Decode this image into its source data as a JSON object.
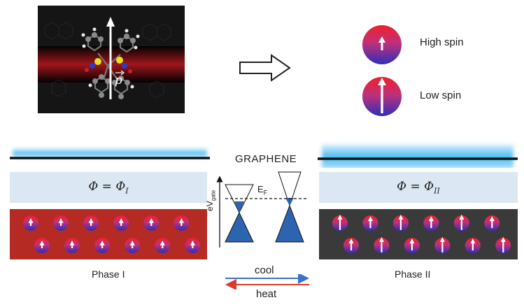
{
  "molecule_panel": {
    "dipole_label": "p"
  },
  "legend": {
    "high_spin_label": "High spin",
    "low_spin_label": "Low spin"
  },
  "center": {
    "material_label": "GRAPHENE",
    "fermi_label_main": "E",
    "fermi_label_sub": "F",
    "gate_label_prefix": "eV",
    "gate_label_sub": "gate",
    "cool_label": "cool",
    "heat_label": "heat"
  },
  "phase_1": {
    "potential_label": "Φ = Φ_I",
    "potential_main": "Φ = Φ",
    "potential_sub": "I",
    "name": "Phase I",
    "spin_state": "high spin",
    "rows": [
      6,
      6
    ]
  },
  "phase_2": {
    "potential_label": "Φ = Φ_II",
    "potential_main": "Φ = Φ",
    "potential_sub": "II",
    "name": "Phase II",
    "spin_state": "low spin",
    "rows": [
      6,
      6
    ]
  },
  "colors": {
    "blue_glow": "#3fb8f0",
    "phase_1_fill": "#b52a22",
    "phase_2_fill": "#3a3a3a",
    "potential_box": "#dbe8f3",
    "dirac_cone": "#2c64b0",
    "cool_arrow": "#3a73c8",
    "heat_arrow": "#e0392b"
  }
}
